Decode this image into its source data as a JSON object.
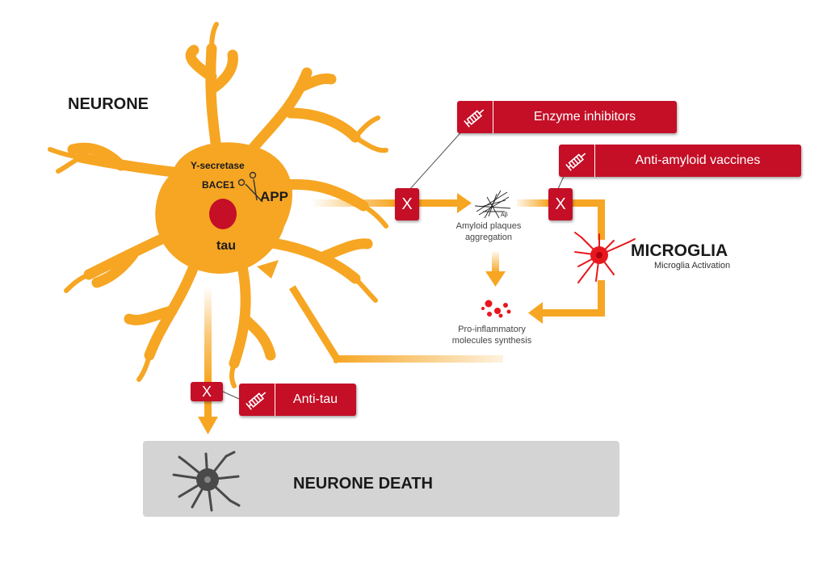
{
  "neurone": {
    "title": "NEURONE",
    "enzyme1": "Y-secretase",
    "enzyme2": "BACE1",
    "protein": "APP",
    "tau": "tau"
  },
  "interventions": {
    "enzyme_inhibitors": "Enzyme inhibitors",
    "anti_amyloid_vaccines": "Anti-amyloid vaccines",
    "anti_tau": "Anti-tau",
    "block_symbol": "X"
  },
  "amyloid": {
    "abbrev": "Aβ",
    "label": "Amyloid plaques aggregation"
  },
  "microglia": {
    "title": "MICROGLIA",
    "subtitle": "Microglia Activation"
  },
  "proinflammatory": {
    "label": "Pro-inflammatory molecules synthesis"
  },
  "death": {
    "label": "NEURONE DEATH"
  },
  "colors": {
    "orange": "#f6a623",
    "red": "#c40f27",
    "bright_red": "#e8171e",
    "gray_box": "#d4d4d4",
    "dark_neuron": "#4a4a4a"
  },
  "icons": {
    "syringe": "syringe-icon",
    "block": "x-block-icon"
  }
}
